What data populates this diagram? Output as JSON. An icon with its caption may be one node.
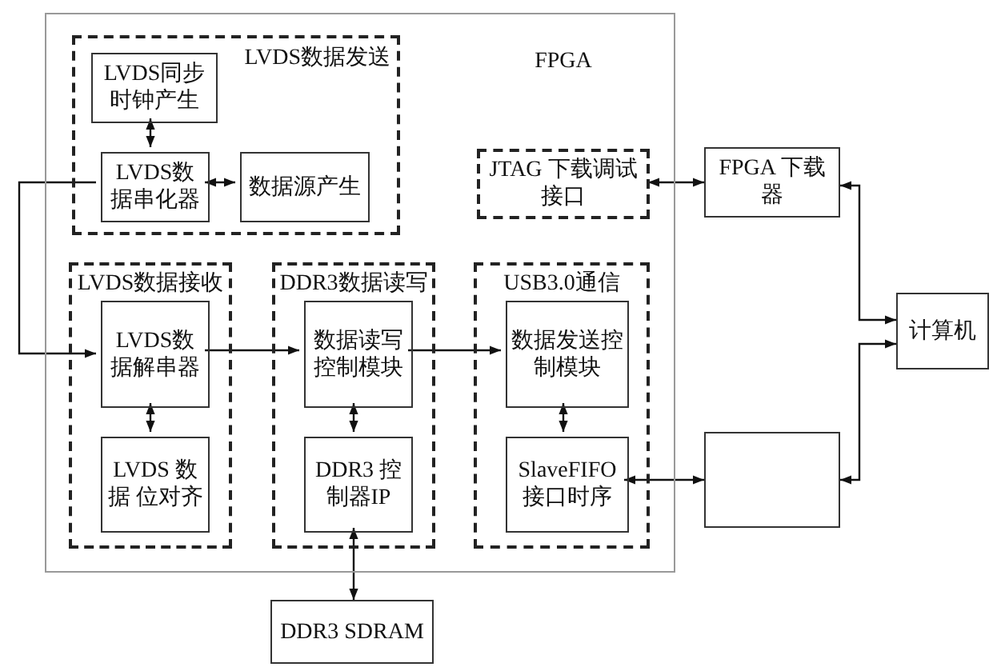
{
  "diagram": {
    "nodes": [
      {
        "text": [
          "FPGA"
        ]
      },
      {
        "text": [
          "LVDS数据发送"
        ],
        "in": 0
      },
      {
        "text": [
          "LVDS同步时钟产生"
        ],
        "in": 1
      },
      {
        "text": [
          "LVDS数据串化器"
        ],
        "in": 1
      },
      {
        "text": [
          "数据源产生"
        ],
        "in": 1
      },
      {
        "text": [
          "JTAG 下载调试接口"
        ],
        "in": 0
      },
      {
        "text": [
          "LVDS数据接收"
        ],
        "in": 0
      },
      {
        "text": [
          "LVDS数据解串器"
        ],
        "in": 6
      },
      {
        "text": [
          "LVDS 数据 位对齐"
        ],
        "in": 6
      },
      {
        "text": [
          "DDR3数据读写"
        ],
        "in": 0
      },
      {
        "text": [
          "数据读写控制模块"
        ],
        "in": 9
      },
      {
        "text": [
          "DDR3 控制器IP"
        ],
        "in": 9
      },
      {
        "text": [
          "USB3.0通信"
        ],
        "in": 0
      },
      {
        "text": [
          "数据发送控制模块"
        ],
        "in": 12
      },
      {
        "text": [
          "SlaveFIFO 接口时序"
        ],
        "in": 12
      },
      {
        "text": [
          "DDR3 SDRAM"
        ]
      },
      {
        "text": [
          "FPGA 下载器"
        ]
      },
      {
        "text": [
          "计算机"
        ]
      },
      {
        "text": [],
        "shape": "box"
      }
    ],
    "edges": [
      {
        "from": 2,
        "to": 3,
        "arrow": "both"
      },
      {
        "from": 3,
        "to": 4,
        "arrow": "both"
      },
      {
        "from": 3,
        "to": 7,
        "arrow": "to"
      },
      {
        "from": 7,
        "to": 8,
        "arrow": "both"
      },
      {
        "from": 7,
        "to": 10,
        "arrow": "to"
      },
      {
        "from": 10,
        "to": 11,
        "arrow": "both"
      },
      {
        "from": 10,
        "to": 13,
        "arrow": "to"
      },
      {
        "from": 13,
        "to": 14,
        "arrow": "both"
      },
      {
        "from": 11,
        "to": 15,
        "arrow": "both"
      },
      {
        "from": 5,
        "to": 16,
        "arrow": "both"
      },
      {
        "from": 16,
        "to": 17,
        "arrow": "both"
      },
      {
        "from": 14,
        "to": 18,
        "arrow": "both"
      },
      {
        "from": 18,
        "to": 17,
        "arrow": "both"
      }
    ]
  }
}
